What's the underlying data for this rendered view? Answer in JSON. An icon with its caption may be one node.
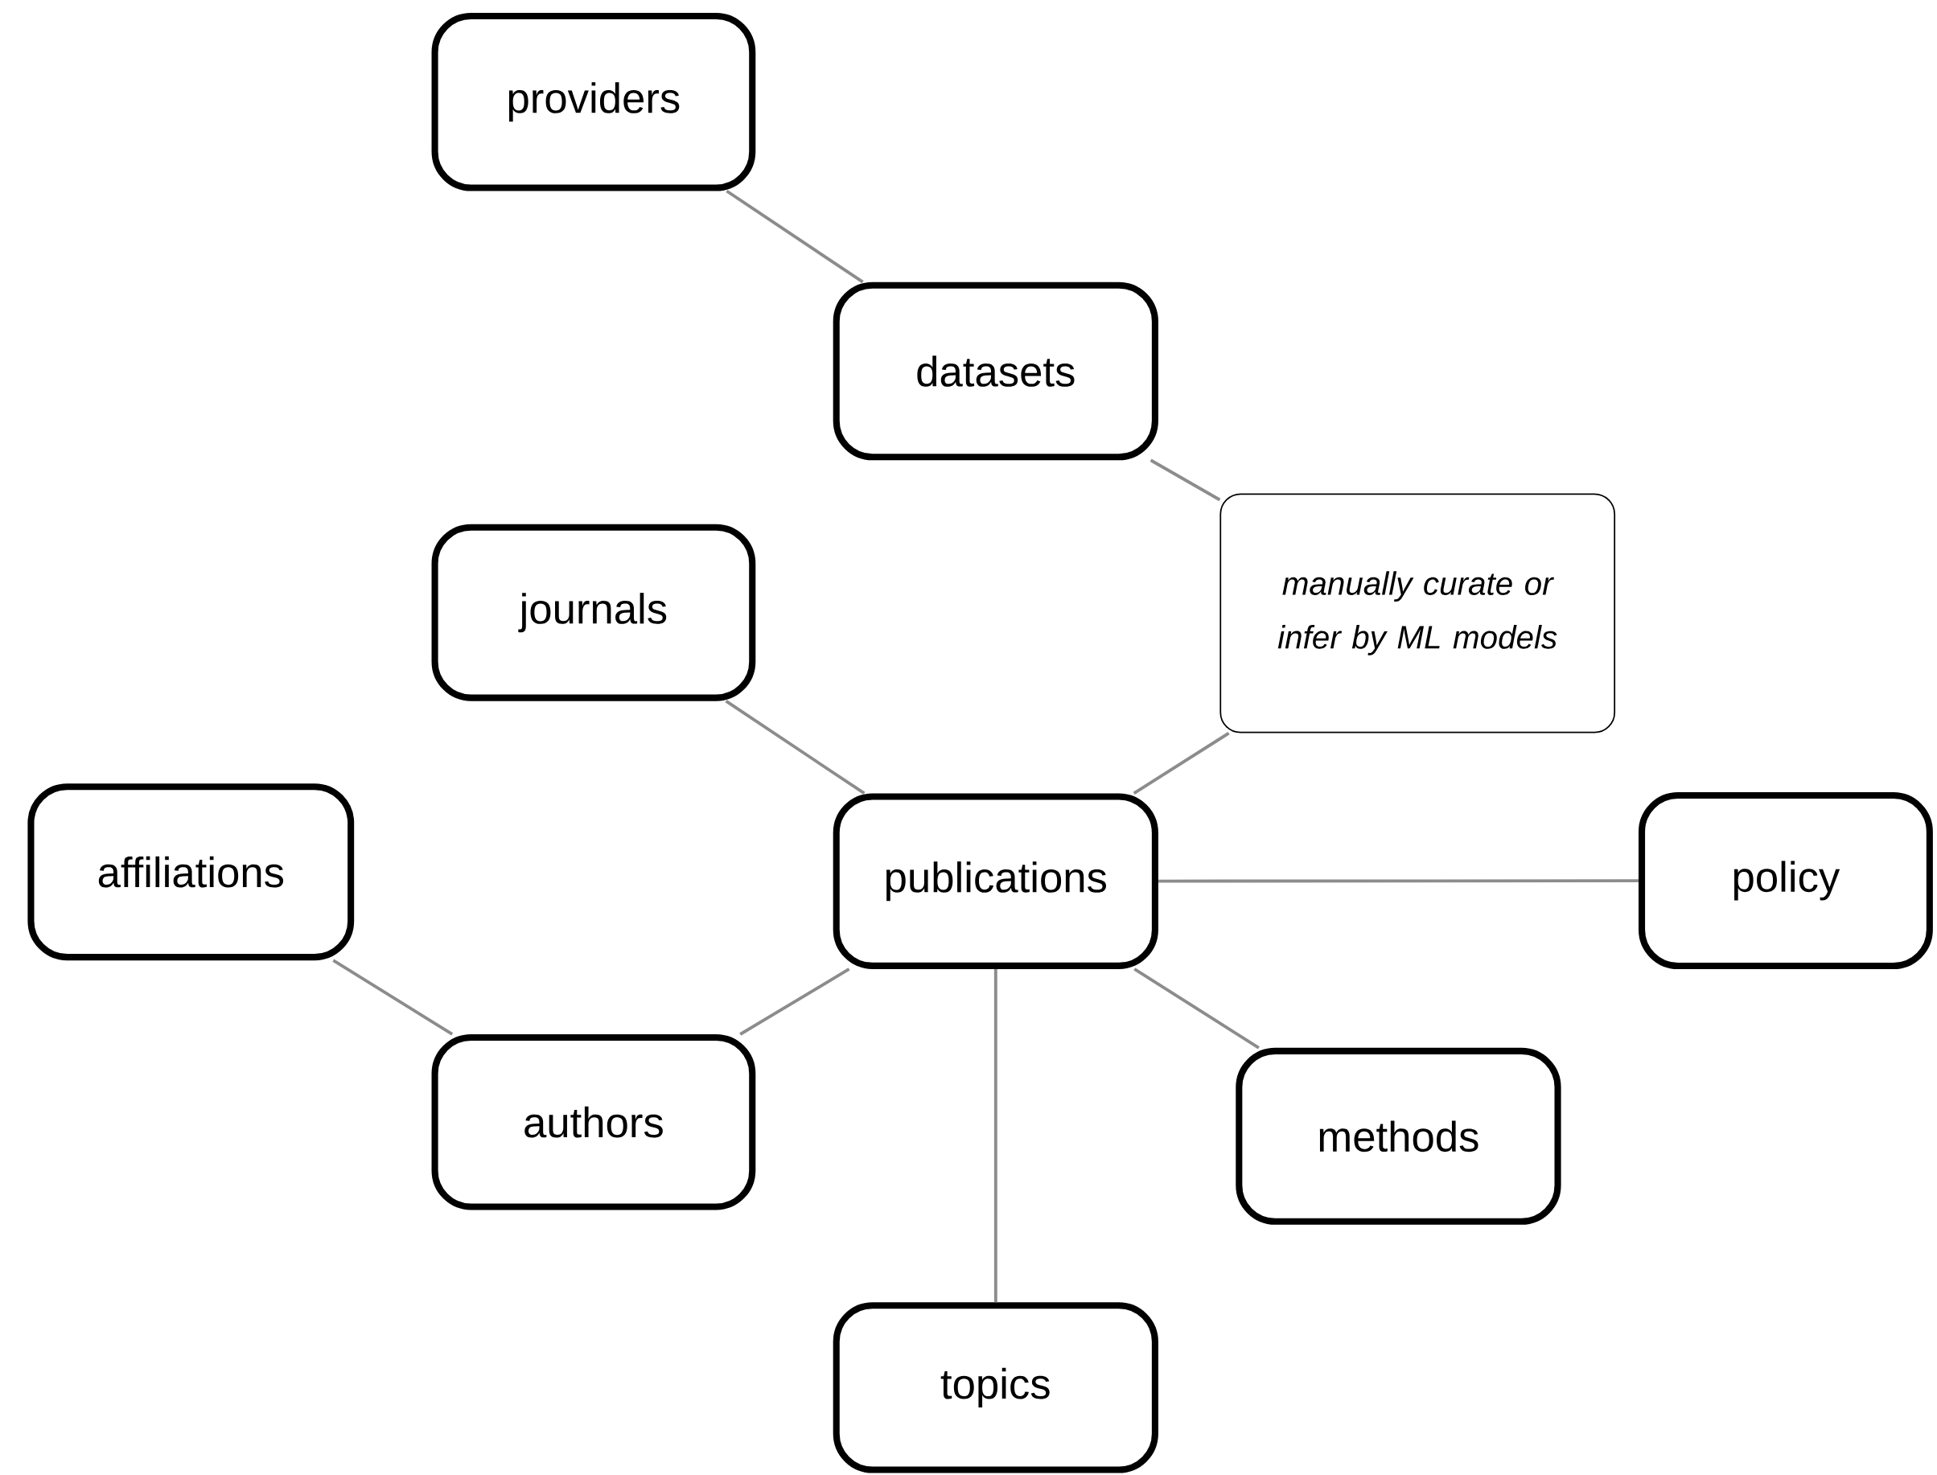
{
  "diagram": {
    "nodes": [
      {
        "text": [
          "providers"
        ]
      },
      {
        "text": [
          "datasets"
        ]
      },
      {
        "text": [
          "manually curate or infer by ML models"
        ]
      },
      {
        "text": [
          "journals"
        ]
      },
      {
        "text": [
          "affiliations"
        ]
      },
      {
        "text": [
          "publications"
        ]
      },
      {
        "text": [
          "policy"
        ]
      },
      {
        "text": [
          "authors"
        ]
      },
      {
        "text": [
          "methods"
        ]
      },
      {
        "text": [
          "topics"
        ]
      }
    ],
    "edges": [
      {
        "from": 0,
        "to": 1,
        "arrow": "none"
      },
      {
        "from": 1,
        "to": 2,
        "arrow": "none"
      },
      {
        "from": 2,
        "to": 5,
        "arrow": "none"
      },
      {
        "from": 3,
        "to": 5,
        "arrow": "none"
      },
      {
        "from": 4,
        "to": 7,
        "arrow": "none"
      },
      {
        "from": 5,
        "to": 6,
        "arrow": "none"
      },
      {
        "from": 5,
        "to": 7,
        "arrow": "none"
      },
      {
        "from": 5,
        "to": 8,
        "arrow": "none"
      },
      {
        "from": 5,
        "to": 9,
        "arrow": "none"
      }
    ]
  }
}
